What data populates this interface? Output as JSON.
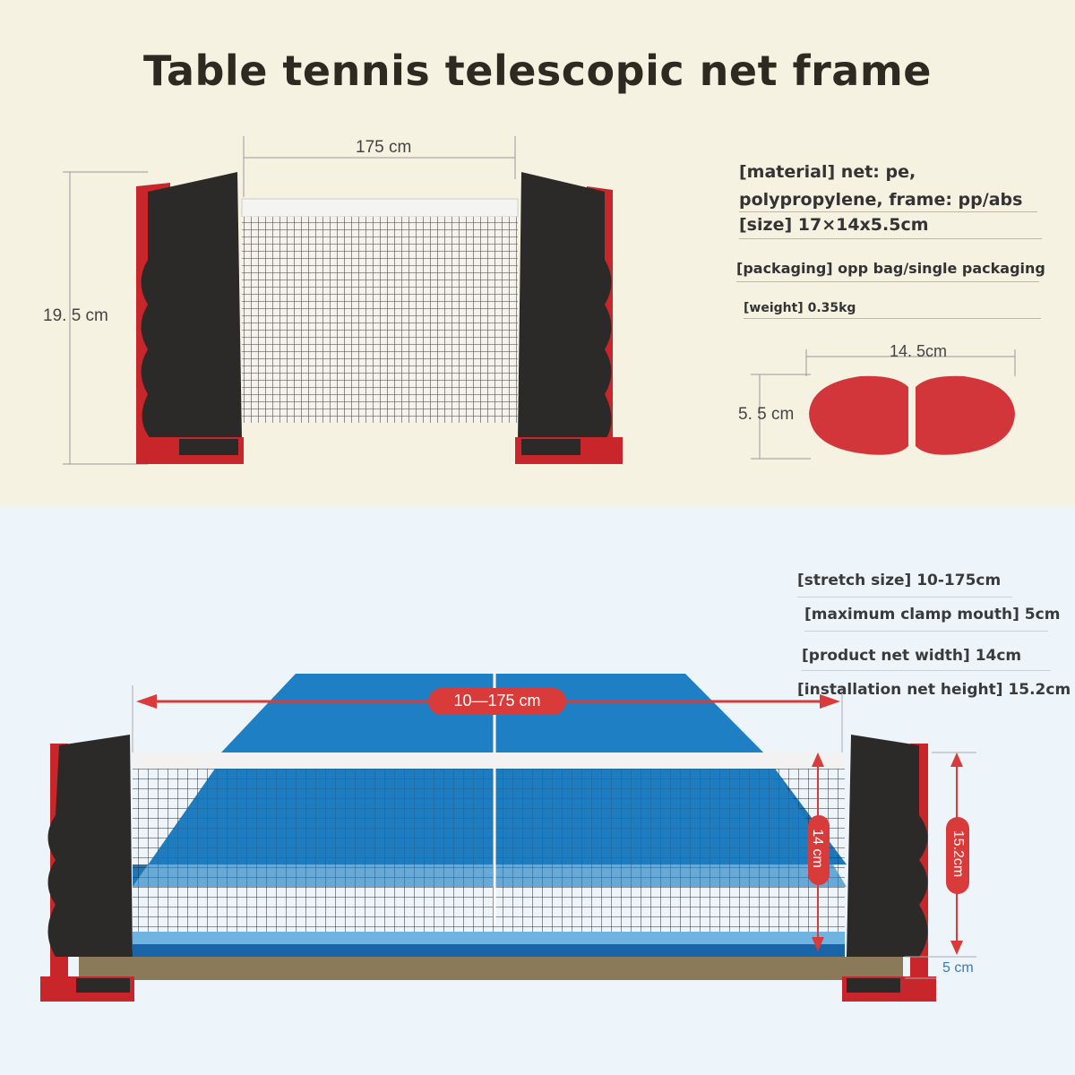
{
  "title": "Table tennis telescopic net frame",
  "top_dimensions": {
    "width": "175 cm",
    "height": "19. 5 cm"
  },
  "specs": [
    {
      "label": "[material] net: pe,"
    },
    {
      "label": "polypropylene, frame: pp/abs"
    },
    {
      "label": "[size] 17×14x5.5cm"
    },
    {
      "label": "[packaging] opp bag/single packaging"
    },
    {
      "label": "[weight] 0.35kg"
    }
  ],
  "clip_dimensions": {
    "width": "14. 5cm",
    "height": "5. 5 cm"
  },
  "installation_specs": [
    {
      "label": "[stretch size] 10-175cm"
    },
    {
      "label": "[maximum clamp mouth] 5cm"
    },
    {
      "label": "[product net width] 14cm"
    },
    {
      "label": "[installation net height] 15.2cm"
    }
  ],
  "bottom_dimensions": {
    "stretch": "10—175 cm",
    "net_width": "14 cm",
    "net_height": "15.2cm",
    "clamp": "5 cm"
  },
  "colors": {
    "frame_red": "#c8262a",
    "frame_black": "#2c2a29",
    "table_blue": "#1f7fc4",
    "table_blue_dark": "#1a64a8",
    "table_wood": "#8a7a5a"
  }
}
